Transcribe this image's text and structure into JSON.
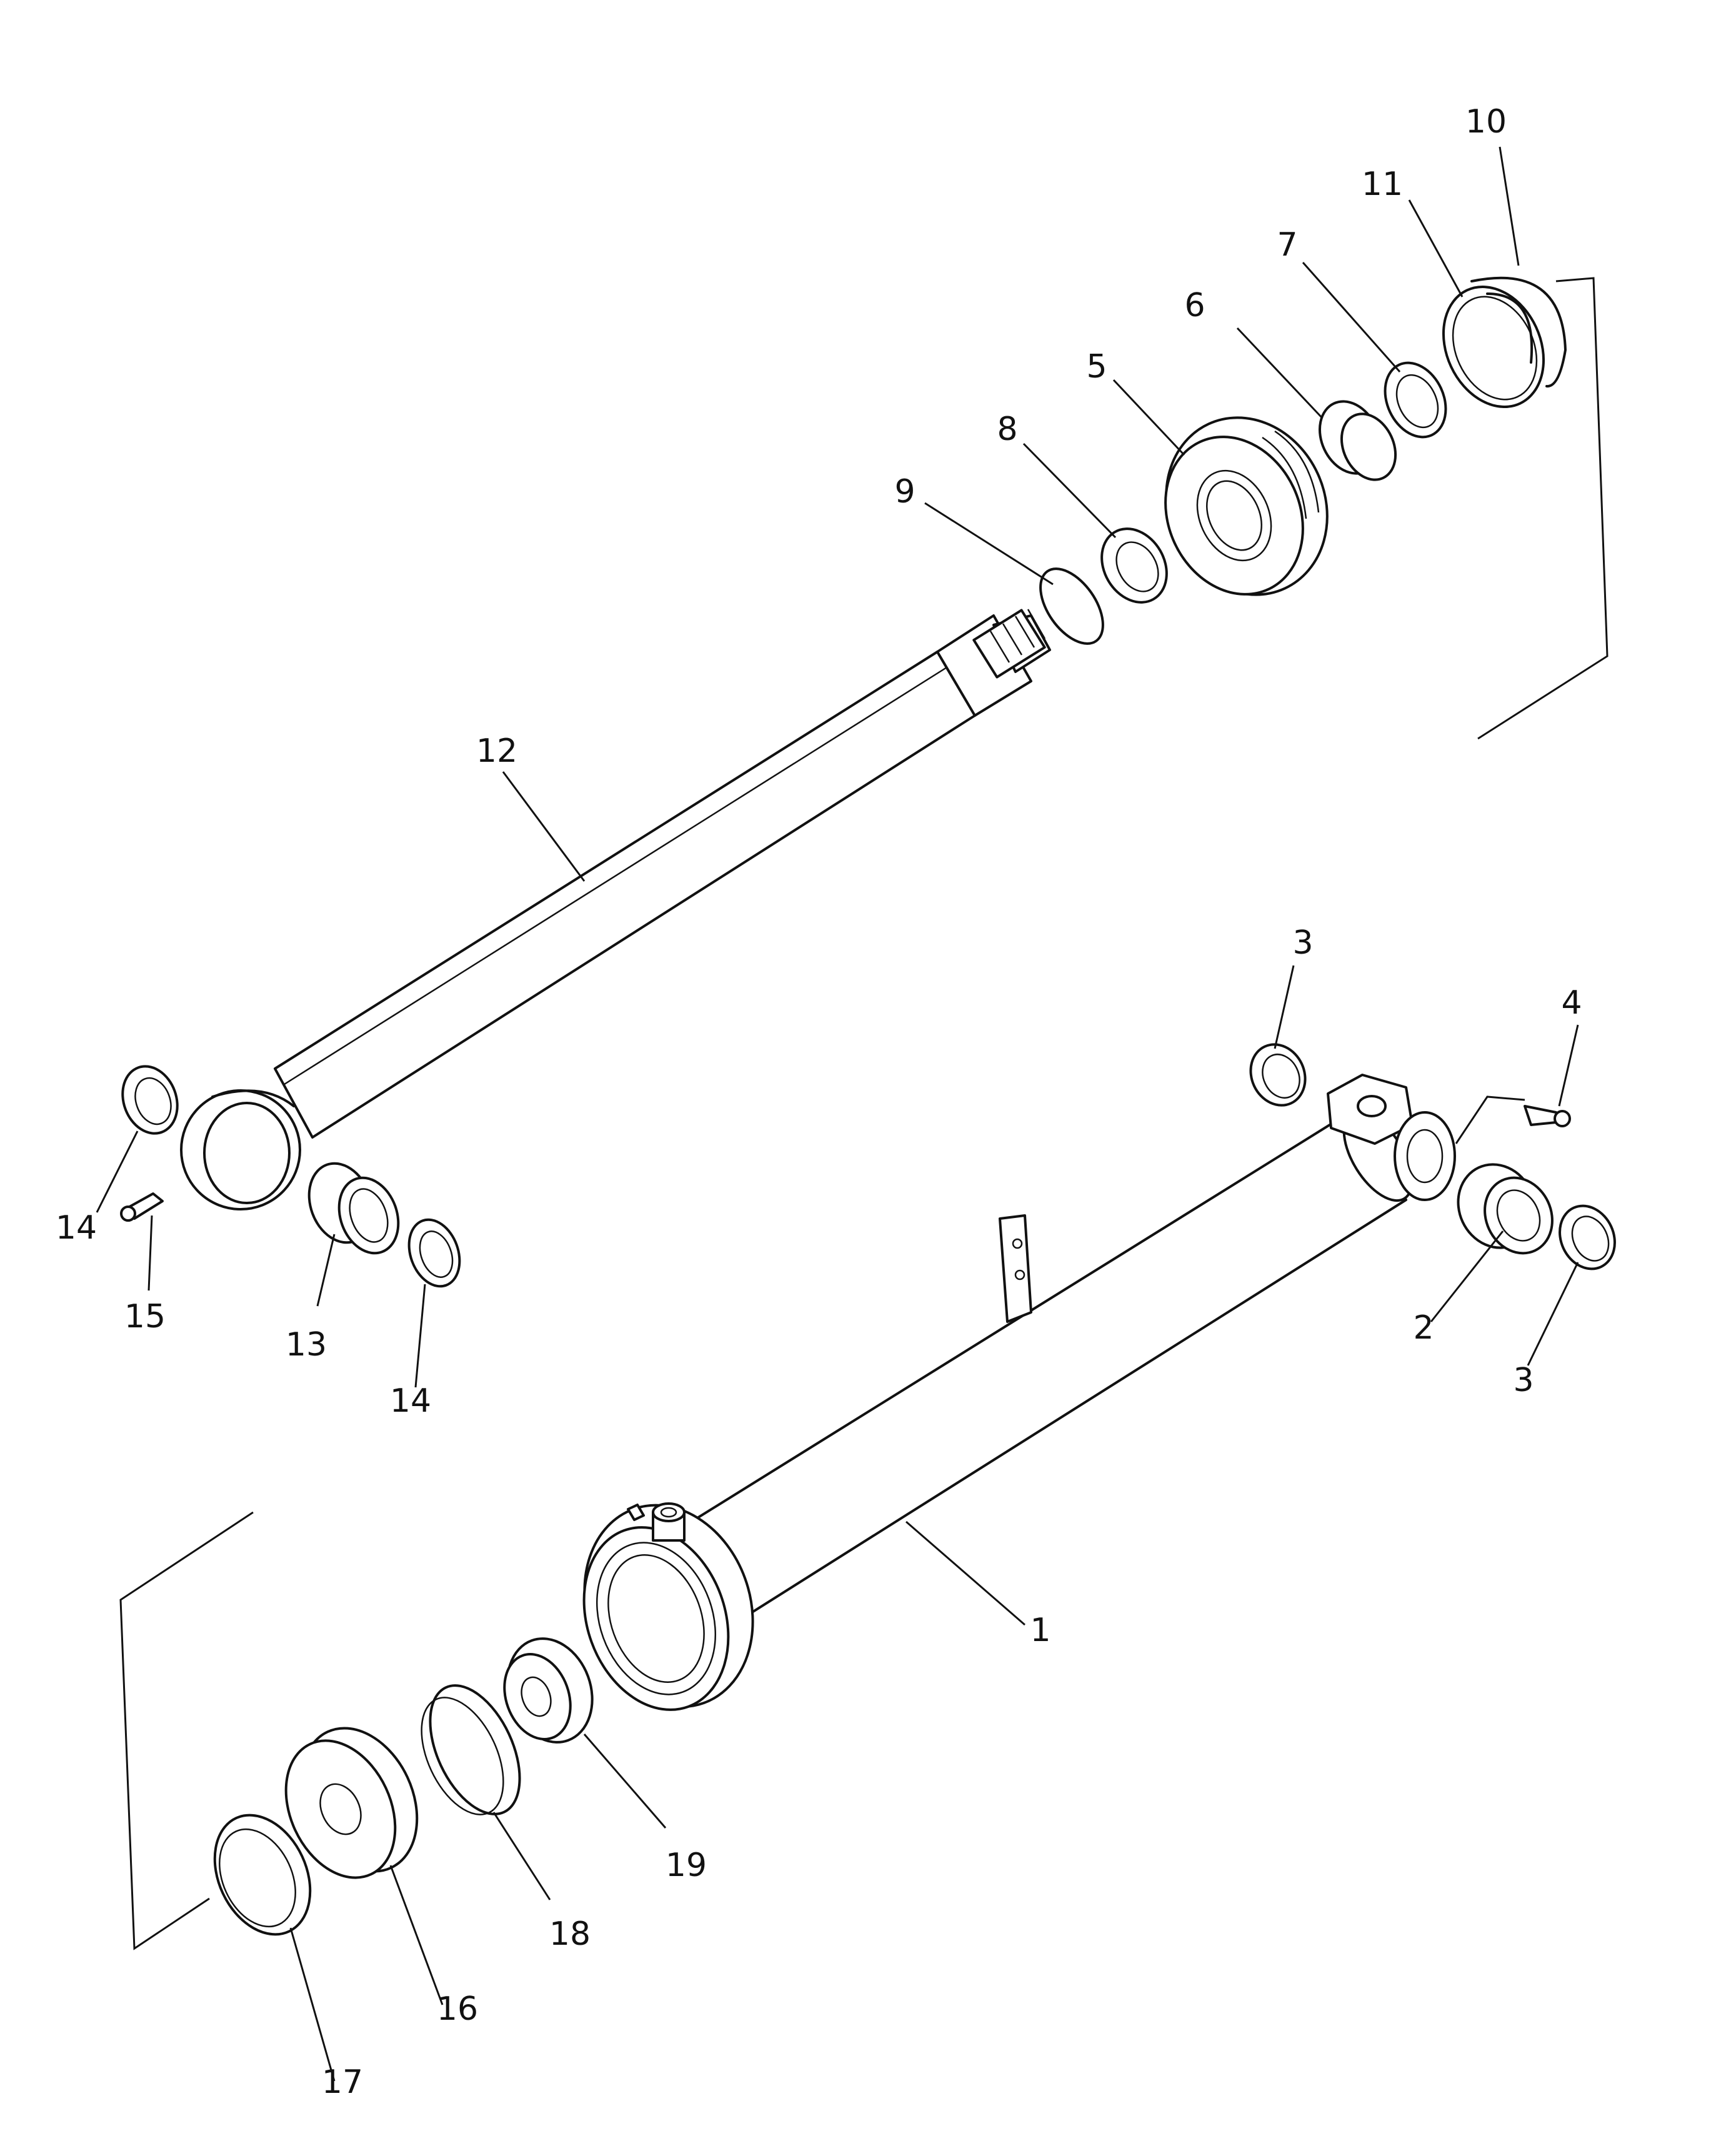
{
  "callouts": [
    {
      "id": "c1",
      "text": "1"
    },
    {
      "id": "c2",
      "text": "2"
    },
    {
      "id": "c3a",
      "text": "3"
    },
    {
      "id": "c3b",
      "text": "3"
    },
    {
      "id": "c4",
      "text": "4"
    },
    {
      "id": "c5",
      "text": "5"
    },
    {
      "id": "c6",
      "text": "6"
    },
    {
      "id": "c7",
      "text": "7"
    },
    {
      "id": "c8",
      "text": "8"
    },
    {
      "id": "c9",
      "text": "9"
    },
    {
      "id": "c10",
      "text": "10"
    },
    {
      "id": "c11",
      "text": "11"
    },
    {
      "id": "c12",
      "text": "12"
    },
    {
      "id": "c13",
      "text": "13"
    },
    {
      "id": "c14a",
      "text": "14"
    },
    {
      "id": "c14b",
      "text": "14"
    },
    {
      "id": "c15",
      "text": "15"
    },
    {
      "id": "c16",
      "text": "16"
    },
    {
      "id": "c17",
      "text": "17"
    },
    {
      "id": "c18",
      "text": "18"
    },
    {
      "id": "c19",
      "text": "19"
    }
  ]
}
